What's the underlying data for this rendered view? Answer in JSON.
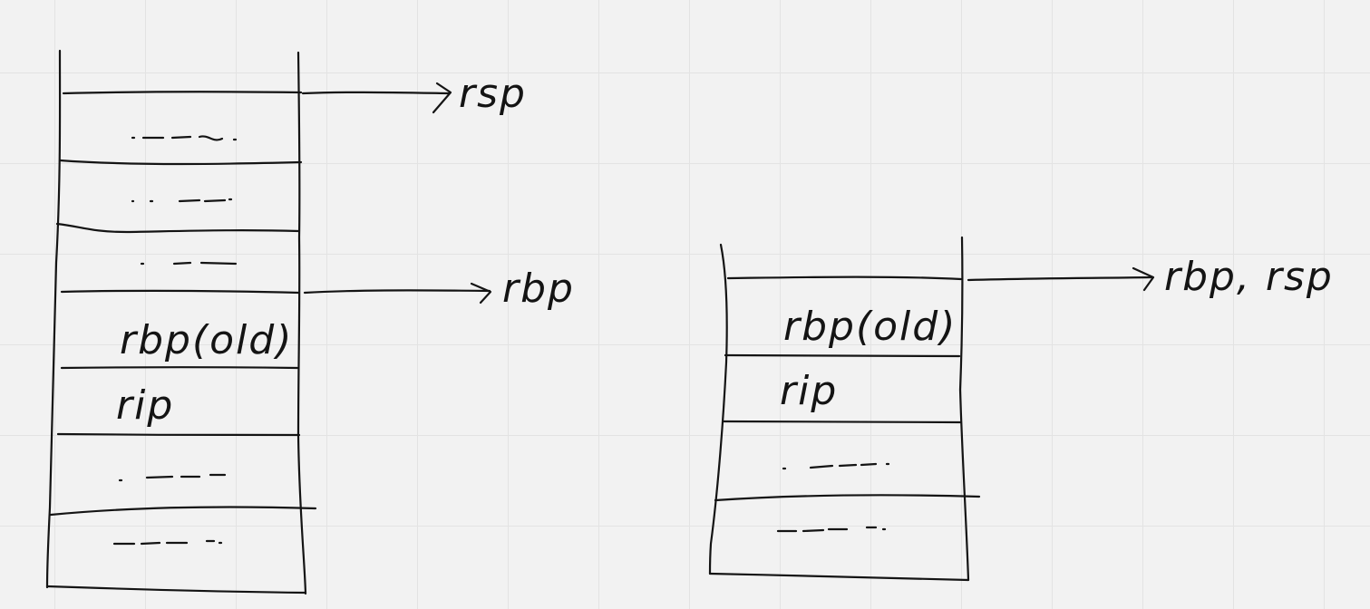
{
  "left_stack": {
    "slot_labels": [
      "rbp(old)",
      "rip"
    ],
    "pointers": [
      "rsp",
      "rbp"
    ]
  },
  "right_stack": {
    "slot_labels": [
      "rbp(old)",
      "rip"
    ],
    "pointers": [
      "rbp, rsp"
    ]
  },
  "colors": {
    "background": "#f2f2f2",
    "grid": "#e3e3e3",
    "ink": "#141414"
  }
}
